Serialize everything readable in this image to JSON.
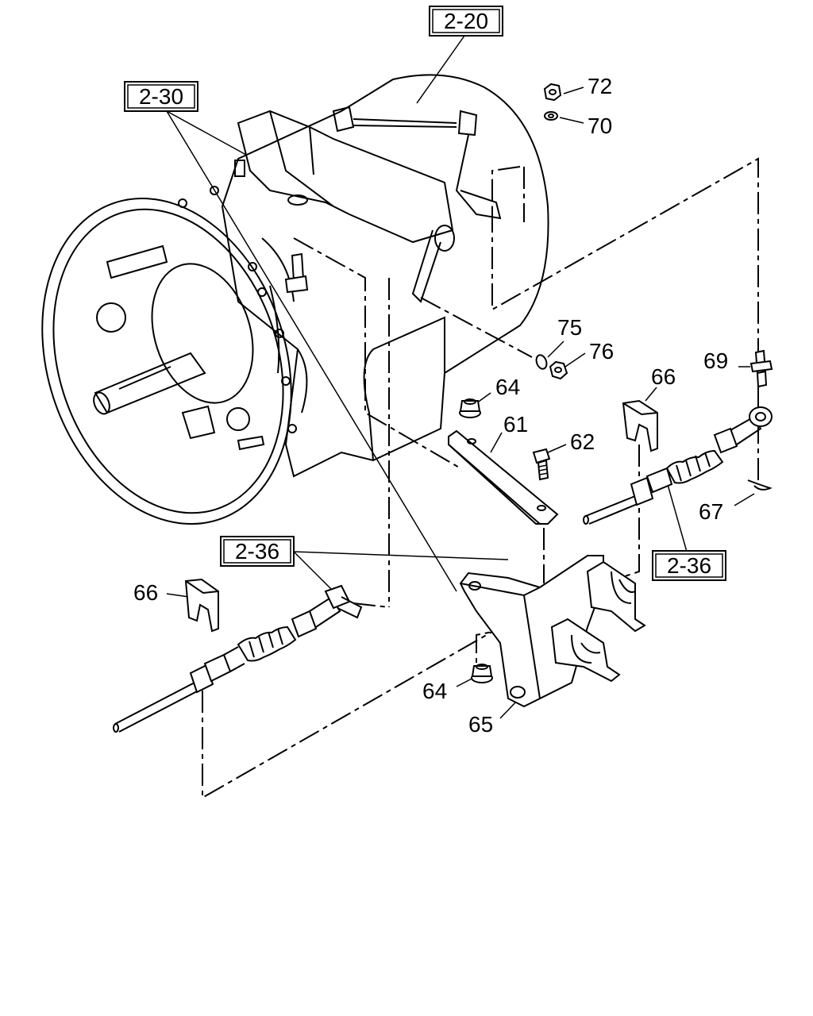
{
  "references": {
    "ref_2_20": "2-20",
    "ref_2_30": "2-30",
    "ref_2_36_left": "2-36",
    "ref_2_36_right": "2-36"
  },
  "callouts": {
    "c72": "72",
    "c70": "70",
    "c75": "75",
    "c76": "76",
    "c64_top": "64",
    "c61": "61",
    "c62": "62",
    "c66_right": "66",
    "c69": "69",
    "c67": "67",
    "c66_left": "66",
    "c64_bottom": "64",
    "c65": "65"
  }
}
